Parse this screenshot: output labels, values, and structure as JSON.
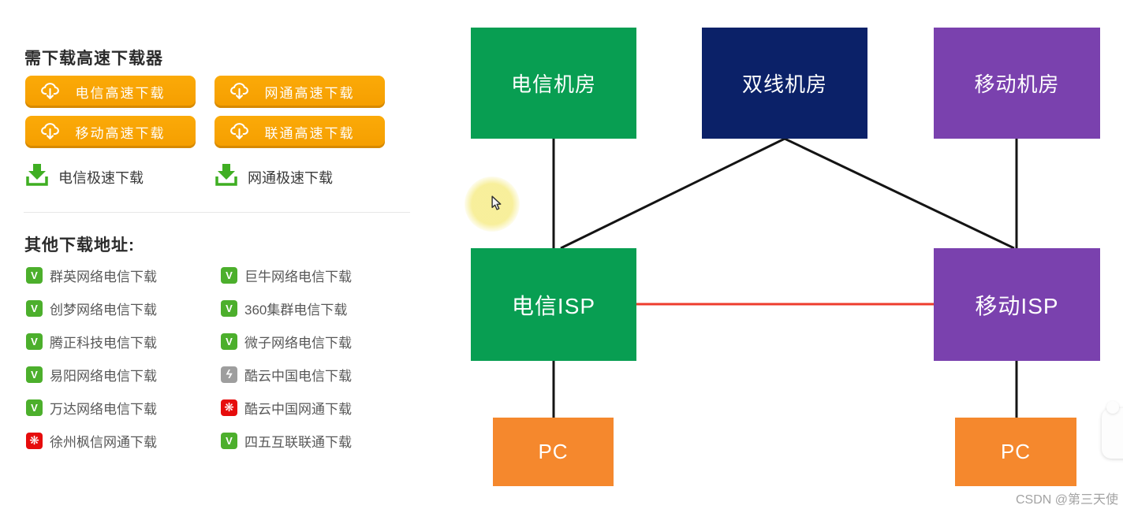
{
  "left_panel": {
    "heading_downloader": "需下载高速下载器",
    "buttons": [
      {
        "label": "电信高速下载",
        "icon": "cloud-download-icon"
      },
      {
        "label": "网通高速下载",
        "icon": "cloud-download-icon"
      },
      {
        "label": "移动高速下载",
        "icon": "cloud-download-icon"
      },
      {
        "label": "联通高速下载",
        "icon": "cloud-download-icon"
      }
    ],
    "express_links": [
      {
        "label": "电信极速下载",
        "icon": "green-download-tray-icon"
      },
      {
        "label": "网通极速下载",
        "icon": "green-download-tray-icon"
      }
    ],
    "heading_other": "其他下载地址:",
    "other_links": [
      {
        "label": "群英网络电信下载",
        "icon": "green-v-icon"
      },
      {
        "label": "巨牛网络电信下载",
        "icon": "green-v-icon"
      },
      {
        "label": "创梦网络电信下载",
        "icon": "green-v-icon"
      },
      {
        "label": "360集群电信下载",
        "icon": "green-v-icon"
      },
      {
        "label": "腾正科技电信下载",
        "icon": "green-v-icon"
      },
      {
        "label": "微子网络电信下载",
        "icon": "green-v-icon"
      },
      {
        "label": "易阳网络电信下载",
        "icon": "green-v-icon"
      },
      {
        "label": "酷云中国电信下载",
        "icon": "gray-lightning-icon"
      },
      {
        "label": "万达网络电信下载",
        "icon": "green-v-icon"
      },
      {
        "label": "酷云中国网通下载",
        "icon": "red-knot-icon"
      },
      {
        "label": "徐州枫信网通下载",
        "icon": "red-knot-icon"
      },
      {
        "label": "四五互联联通下载",
        "icon": "green-v-icon"
      }
    ]
  },
  "diagram": {
    "nodes": [
      {
        "id": "dianxin-jifang",
        "label": "电信机房",
        "color": "green"
      },
      {
        "id": "shuangxian-jifang",
        "label": "双线机房",
        "color": "navy"
      },
      {
        "id": "yidong-jifang",
        "label": "移动机房",
        "color": "purple"
      },
      {
        "id": "dianxin-isp",
        "label": "电信ISP",
        "color": "green"
      },
      {
        "id": "yidong-isp",
        "label": "移动ISP",
        "color": "purple"
      },
      {
        "id": "pc-left",
        "label": "PC",
        "color": "orange"
      },
      {
        "id": "pc-right",
        "label": "PC",
        "color": "orange"
      }
    ],
    "edges": [
      {
        "from": "电信机房",
        "to": "电信ISP",
        "color": "line_black"
      },
      {
        "from": "双线机房",
        "to": "电信ISP",
        "color": "line_black"
      },
      {
        "from": "双线机房",
        "to": "移动ISP",
        "color": "line_black"
      },
      {
        "from": "移动机房",
        "to": "移动ISP",
        "color": "line_black"
      },
      {
        "from": "电信ISP",
        "to": "移动ISP",
        "color": "line_red"
      },
      {
        "from": "电信ISP",
        "to": "PC",
        "color": "line_black"
      },
      {
        "from": "移动ISP",
        "to": "PC",
        "color": "line_black"
      }
    ]
  },
  "watermark": "CSDN @第三天使",
  "colors": {
    "green": "#089e52",
    "navy": "#0b2168",
    "purple": "#7a41ae",
    "orange": "#f5882d",
    "button_orange": "#f9a306",
    "link_green": "#4caf2c",
    "link_red": "#e60c0c",
    "link_gray": "#9e9e9e",
    "line_black": "#141414",
    "line_red": "#ee3c2d",
    "divider_gray": "#e7e7e7"
  }
}
